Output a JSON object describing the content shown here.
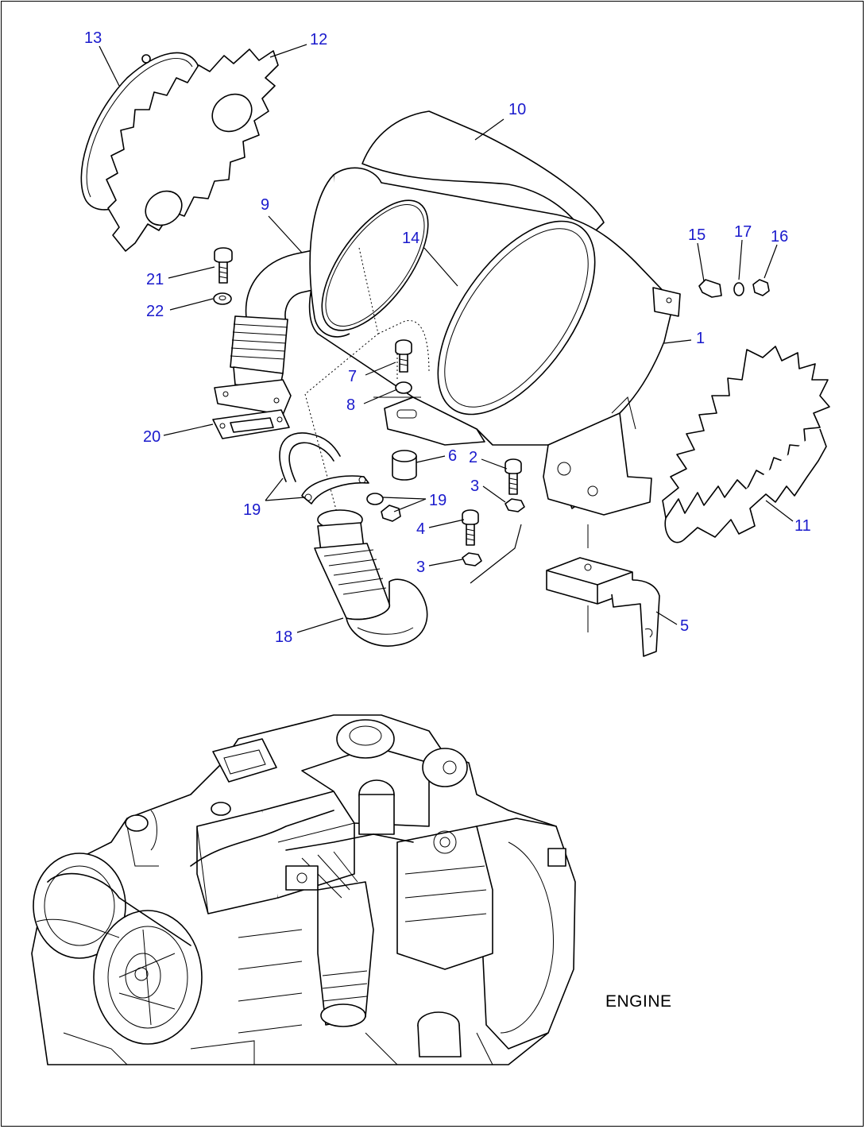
{
  "diagram": {
    "labels": [
      {
        "id": "1",
        "text": "1"
      },
      {
        "id": "2",
        "text": "2"
      },
      {
        "id": "3a",
        "text": "3"
      },
      {
        "id": "3b",
        "text": "3"
      },
      {
        "id": "4",
        "text": "4"
      },
      {
        "id": "5",
        "text": "5"
      },
      {
        "id": "6",
        "text": "6"
      },
      {
        "id": "7",
        "text": "7"
      },
      {
        "id": "8",
        "text": "8"
      },
      {
        "id": "9",
        "text": "9"
      },
      {
        "id": "10",
        "text": "10"
      },
      {
        "id": "11",
        "text": "11"
      },
      {
        "id": "12",
        "text": "12"
      },
      {
        "id": "13",
        "text": "13"
      },
      {
        "id": "14",
        "text": "14"
      },
      {
        "id": "15",
        "text": "15"
      },
      {
        "id": "16",
        "text": "16"
      },
      {
        "id": "17",
        "text": "17"
      },
      {
        "id": "18",
        "text": "18"
      },
      {
        "id": "19a",
        "text": "19"
      },
      {
        "id": "19b",
        "text": "19"
      },
      {
        "id": "20",
        "text": "20"
      },
      {
        "id": "21",
        "text": "21"
      },
      {
        "id": "22",
        "text": "22"
      }
    ],
    "engine_caption": "ENGINE",
    "colors": {
      "label": "#1a1acc",
      "line": "#000000",
      "background": "#ffffff"
    }
  }
}
